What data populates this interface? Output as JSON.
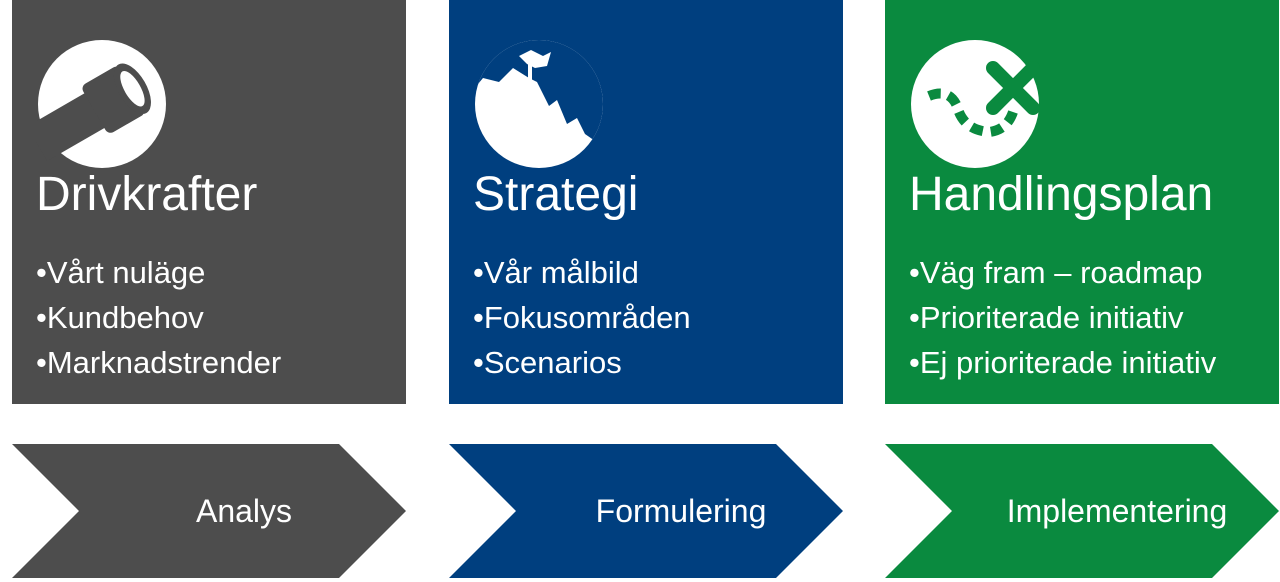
{
  "colors": {
    "analys": "#4d4d4d",
    "strategi": "#003f7f",
    "handlingsplan": "#0a8a3f"
  },
  "cards": [
    {
      "icon": "telescope-icon",
      "title": "Drivkrafter",
      "bullets": [
        "Vårt nuläge",
        "Kundbehov",
        "Marknadstrender"
      ]
    },
    {
      "icon": "mountain-flag-icon",
      "title": "Strategi",
      "bullets": [
        "Vår målbild",
        "Fokusområden",
        "Scenarios"
      ]
    },
    {
      "icon": "treasure-map-icon",
      "title": "Handlingsplan",
      "bullets": [
        "Väg fram – roadmap",
        "Prioriterade initiativ",
        "Ej prioriterade initiativ"
      ]
    }
  ],
  "phases": [
    {
      "label": "Analys"
    },
    {
      "label": "Formulering"
    },
    {
      "label": "Implementering"
    }
  ]
}
